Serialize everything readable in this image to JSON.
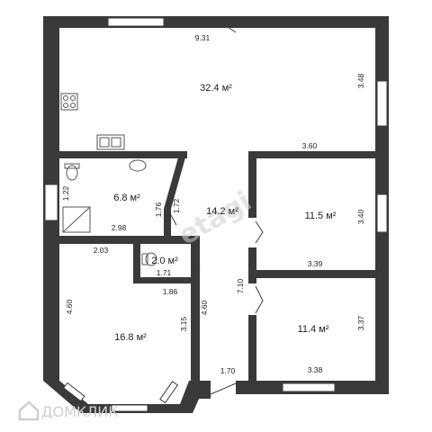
{
  "rooms": {
    "living_area": "32.4 м²",
    "bathroom_area": "6.8 м²",
    "hall_area": "14.2 м²",
    "bedroom1_area": "11.5 м²",
    "toilet_area": "2.0 м²",
    "bedroom2_area": "16.8 м²",
    "bedroom3_area": "11.4 м²"
  },
  "dimensions": {
    "top_width": "9.31",
    "right_upper": "3.48",
    "living_bottom": "3.60",
    "bath_left": "1.22",
    "bath_right_a": "1.76",
    "bath_right_b": "1.72",
    "bath_bottom": "2.98",
    "bed1_right": "3.40",
    "bed1_bottom": "3.39",
    "hall_top_left": "2.03",
    "toilet_width": "1.71",
    "toilet_bottom": "1.86",
    "bed2_left": "4.60",
    "bed2_right_a": "3.15",
    "bed2_right_b": "4.60",
    "hall_length": "7.10",
    "bed3_right": "3.37",
    "bed3_bottom": "3.38",
    "entry_width": "1.70"
  },
  "watermark": "etagi",
  "logo_text": "ДОМКЛИК"
}
